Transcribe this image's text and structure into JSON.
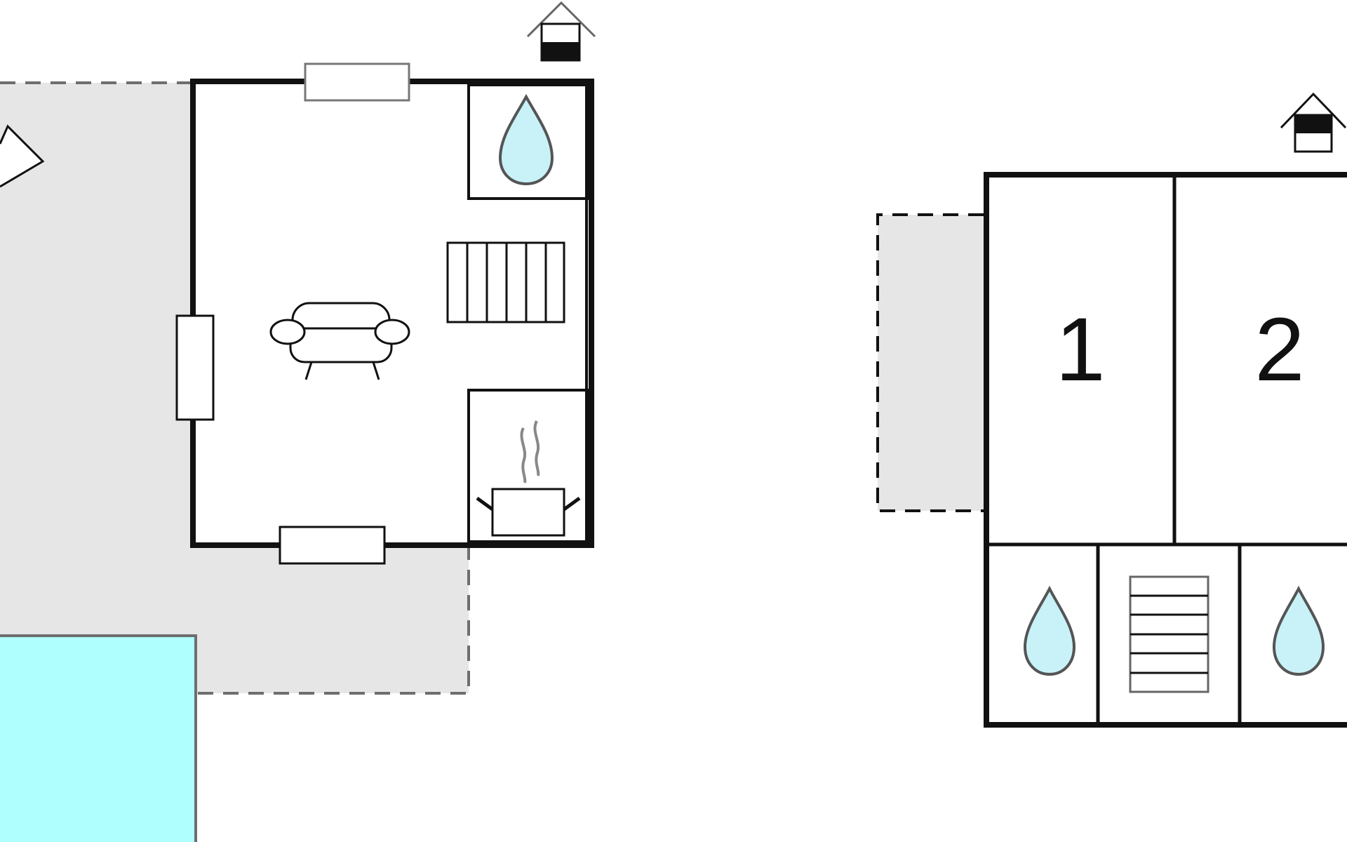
{
  "floors": [
    {
      "id": "ground-floor",
      "level_icon": "house-level-lower-icon",
      "rooms": [
        {
          "id": "living-room",
          "icon": "sofa-icon"
        },
        {
          "id": "bathroom",
          "icon": "water-drop-icon"
        },
        {
          "id": "kitchen",
          "icon": "cooking-pot-icon"
        },
        {
          "id": "stairs",
          "icon": "staircase-icon"
        }
      ],
      "outdoor": [
        "terrace",
        "swimming-pool"
      ]
    },
    {
      "id": "upper-floor",
      "level_icon": "house-level-upper-icon",
      "rooms": [
        {
          "id": "bedroom-1",
          "label": "1"
        },
        {
          "id": "bedroom-2",
          "label": "2"
        },
        {
          "id": "bathroom-left",
          "icon": "water-drop-icon"
        },
        {
          "id": "stairs-landing",
          "icon": "staircase-icon"
        },
        {
          "id": "bathroom-right",
          "icon": "water-drop-icon"
        }
      ],
      "outdoor": [
        "balcony"
      ]
    }
  ],
  "colors": {
    "wall": "#111111",
    "terrace_fill": "#e6e6e6",
    "terrace_border": "#6e6e6e",
    "pool_fill": "#b0ffff",
    "water_drop_fill": "#c8f2f8",
    "water_drop_stroke": "#555555",
    "window_stroke": "#777777"
  }
}
